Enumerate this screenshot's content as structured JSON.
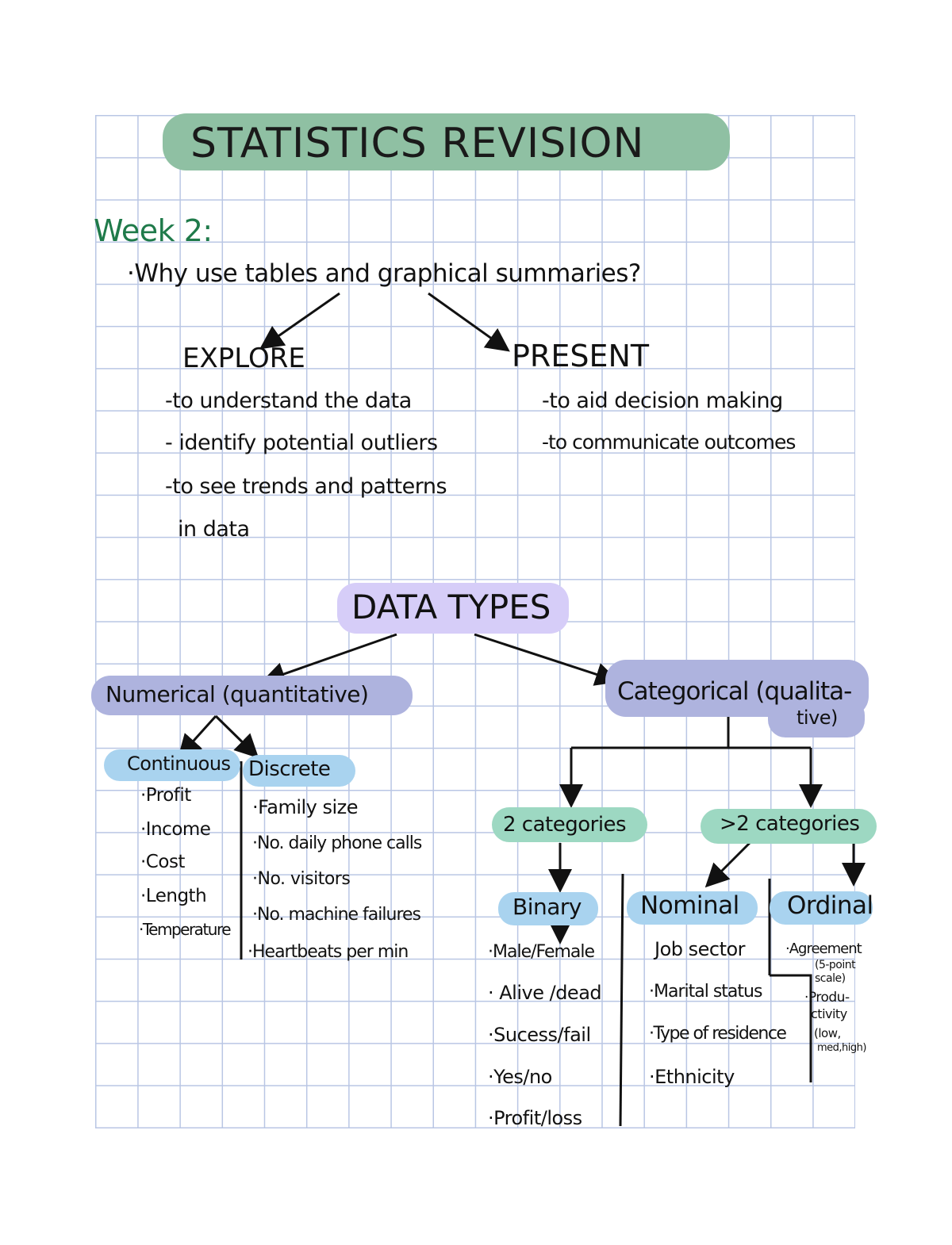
{
  "title": "STATISTICS REVISION",
  "week": "Week 2:",
  "question": "·Why use tables and graphical summaries?",
  "explore": {
    "heading": "EXPLORE",
    "items": [
      "-to understand the data",
      "- identify potential outliers",
      "-to see trends and patterns",
      "in data"
    ]
  },
  "present": {
    "heading": "PRESENT",
    "items": [
      "-to aid decision making",
      "-to communicate outcomes"
    ]
  },
  "data_types": "DATA TYPES",
  "numerical": {
    "label": "Numerical (quantitative)",
    "continuous": {
      "label": "Continuous",
      "items": [
        "·Profit",
        "·Income",
        "·Cost",
        "·Length",
        "·Temperature"
      ]
    },
    "discrete": {
      "label": "Discrete",
      "items": [
        "·Family size",
        "·No. daily phone calls",
        "·No. visitors",
        "·No. machine failures",
        "·Heartbeats per min"
      ]
    }
  },
  "categorical": {
    "label_line1": "Categorical (qualita-",
    "label_line2": "tive)",
    "two": {
      "label": "2 categories",
      "binary": {
        "label": "Binary",
        "items": [
          "·Male/Female",
          "· Alive /dead",
          "·Sucess/fail",
          "·Yes/no",
          "·Profit/loss"
        ]
      }
    },
    "more": {
      "label": ">2 categories",
      "nominal": {
        "label": "Nominal",
        "items": [
          "Job sector",
          "·Marital status",
          "·Type of residence",
          "·Ethnicity"
        ]
      },
      "ordinal": {
        "label": "Ordinal",
        "items": [
          "·Agreement",
          "(5-point",
          "scale)",
          "·Produ-",
          "ctivity",
          "(low,",
          "med,high)"
        ]
      }
    }
  },
  "colors": {
    "title_hl": "#8fc0a3",
    "data_types_hl": "#d6cdf8",
    "numerical_hl": "#aeb3de",
    "light_blue_hl": "#a9d3ef",
    "green_hl": "#9dd8c2",
    "week_text": "#1f7a4a",
    "grid": "#b9c6e4"
  }
}
